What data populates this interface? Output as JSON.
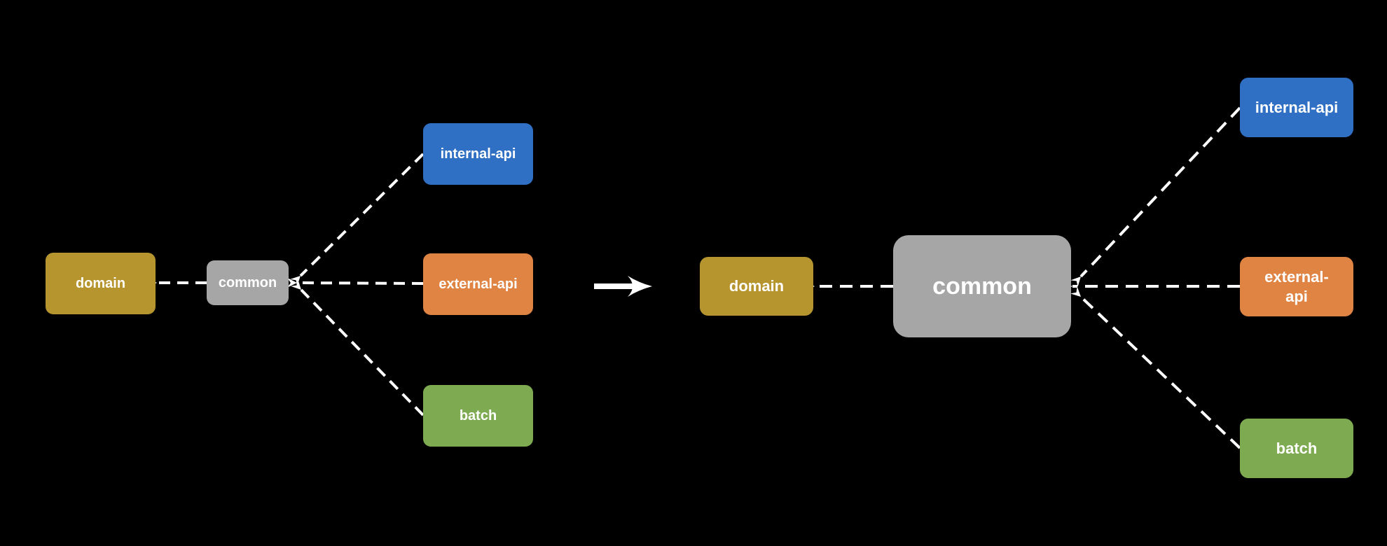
{
  "left_diagram": {
    "domain": "domain",
    "common": "common",
    "internal_api": "internal-api",
    "external_api": "external-api",
    "batch": "batch"
  },
  "right_diagram": {
    "domain": "domain",
    "common": "common",
    "internal_api": "internal-api",
    "external_api": "external-\napi",
    "batch": "batch"
  },
  "colors": {
    "domain": "#b6952f",
    "common": "#a6a6a6",
    "internal_api": "#2f6fc4",
    "external_api": "#e08444",
    "batch": "#7eab52",
    "connector": "#ffffff",
    "background": "#000000"
  },
  "transition_icon": "right-arrow-icon"
}
